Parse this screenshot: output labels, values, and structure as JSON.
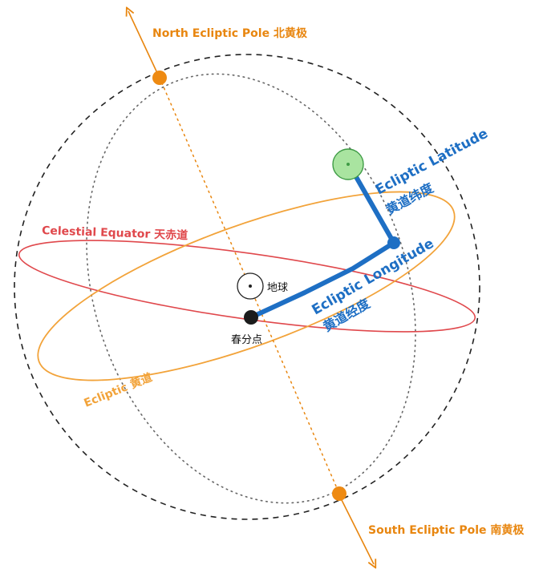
{
  "labels": {
    "north_pole": "North Ecliptic Pole 北黄极",
    "south_pole": "South Ecliptic Pole 南黄极",
    "celestial_equator": "Celestial Equator 天赤道",
    "ecliptic": "Ecliptic 黄道",
    "earth": "地球",
    "vernal_equinox": "春分点",
    "ecliptic_latitude_en": "Ecliptic Latitude",
    "ecliptic_latitude_zh": "黄道纬度",
    "ecliptic_longitude_en": "Ecliptic Longitude",
    "ecliptic_longitude_zh": "黄道经度"
  },
  "colors": {
    "ecliptic": "#f2a33a",
    "pole_axis": "#e8860f",
    "celestial_equator": "#e0484c",
    "coordinate": "#1e6fc4",
    "star_fill": "#a9e4a0",
    "star_stroke": "#3e9b45",
    "sphere": "#222222",
    "meridian": "#666666",
    "pole_dot": "#ee8a12"
  },
  "icons": {
    "star": "green-circle-icon",
    "earth": "earth-dot-icon",
    "vernal_equinox": "black-dot-icon",
    "pole": "orange-dot-icon"
  }
}
